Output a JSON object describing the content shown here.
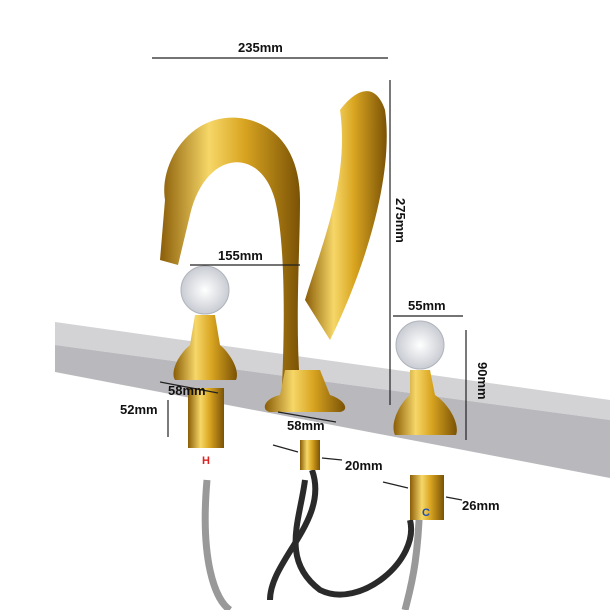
{
  "dimensions": {
    "overall_width": "235mm",
    "overall_height": "275mm",
    "spout_reach": "155mm",
    "handle_width": "55mm",
    "handle_height": "90mm",
    "left_base": "58mm",
    "shank_length": "52mm",
    "spout_base": "58mm",
    "spout_shank": "20mm",
    "handle_shank": "26mm"
  },
  "markers": {
    "hot": "H",
    "cold": "C"
  },
  "colors": {
    "gold": "#d9a521",
    "counter": "#c9c9cc",
    "hose": "#2a2a2a"
  }
}
